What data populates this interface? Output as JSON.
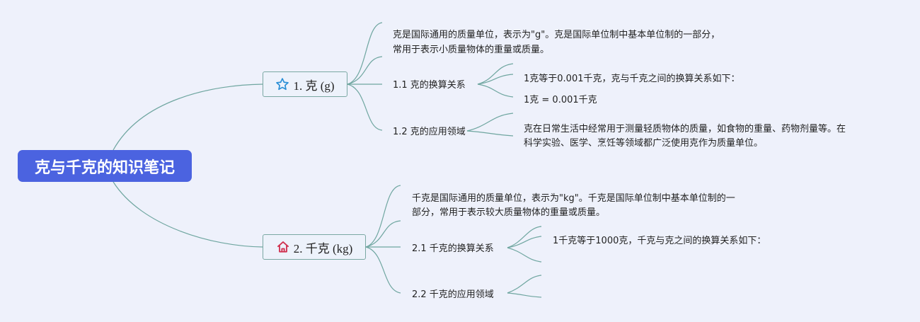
{
  "root": {
    "title": "克与千克的知识笔记"
  },
  "topics": [
    {
      "icon": "star-icon",
      "label": "1. 克 (g)",
      "description": [
        "克是国际通用的质量单位，表示为\"g\"。克是国际单位制中基本单位制的一部分，",
        "常用于表示小质量物体的重量或质量。"
      ],
      "subtopics": [
        {
          "label": "1.1 克的换算关系",
          "details": [
            "1克等于0.001千克，克与千克之间的换算关系如下：",
            "1克 = 0.001千克"
          ]
        },
        {
          "label": "1.2 克的应用领域",
          "details": [
            "克在日常生活中经常用于测量轻质物体的质量，如食物的重量、药物剂量等。在",
            "科学实验、医学、烹饪等领域都广泛使用克作为质量单位。"
          ]
        }
      ]
    },
    {
      "icon": "home-icon",
      "label": "2. 千克 (kg)",
      "description": [
        "千克是国际通用的质量单位，表示为\"kg\"。千克是国际单位制中基本单位制的一",
        "部分，常用于表示较大质量物体的重量或质量。"
      ],
      "subtopics": [
        {
          "label": "2.1 千克的换算关系",
          "details": [
            "1千克等于1000克，千克与克之间的换算关系如下："
          ]
        },
        {
          "label": "2.2 千克的应用领域",
          "details": []
        }
      ]
    }
  ],
  "colors": {
    "root_bg": "#4b63e0",
    "line": "#6fa6a0",
    "node_border": "#7aa8a3",
    "star": "#2a8fd6",
    "home": "#d0314f"
  }
}
